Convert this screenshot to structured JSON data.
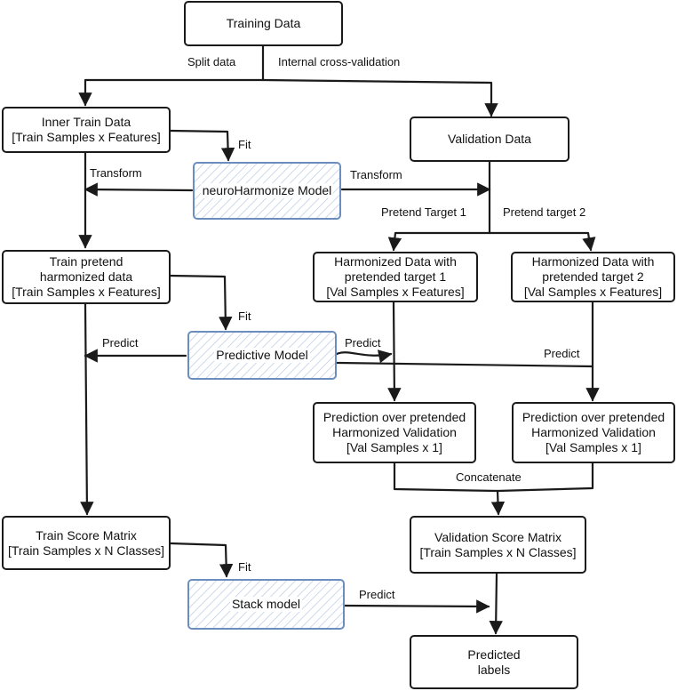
{
  "nodes": {
    "training_data": "Training Data",
    "inner_train": "Inner Train Data\n[Train Samples x Features]",
    "validation_data": "Validation Data",
    "neuroharmonize": "neuroHarmonize Model",
    "train_pretend": "Train pretend\nharmonized data\n[Train Samples x Features]",
    "harm_target1": "Harmonized Data with\npretended target 1\n[Val Samples x Features]",
    "harm_target2": "Harmonized Data with\npretended target 2\n[Val Samples x Features]",
    "predictive_model": "Predictive Model",
    "pred_val1": "Prediction over pretended\nHarmonized Validation\n[Val Samples x 1]",
    "pred_val2": "Prediction over pretended\nHarmonized Validation\n[Val Samples x 1]",
    "train_score": "Train Score Matrix\n[Train Samples x N Classes]",
    "val_score": "Validation Score Matrix\n[Train Samples x N Classes]",
    "stack_model": "Stack model",
    "predicted_labels": "Predicted\nlabels"
  },
  "edge_labels": {
    "split_data": "Split data",
    "internal_cv": "Internal cross-validation",
    "fit_1": "Fit",
    "transform_left": "Transform",
    "transform_right": "Transform",
    "pretend_target_1": "Pretend Target 1",
    "pretend_target_2": "Pretend target 2",
    "fit_2": "Fit",
    "predict_left": "Predict",
    "predict_mid": "Predict",
    "predict_right": "Predict",
    "concatenate": "Concatenate",
    "fit_3": "Fit",
    "predict_stack": "Predict"
  },
  "colors": {
    "stroke": "#1a1a1a",
    "model_border": "#6c8ebf"
  }
}
